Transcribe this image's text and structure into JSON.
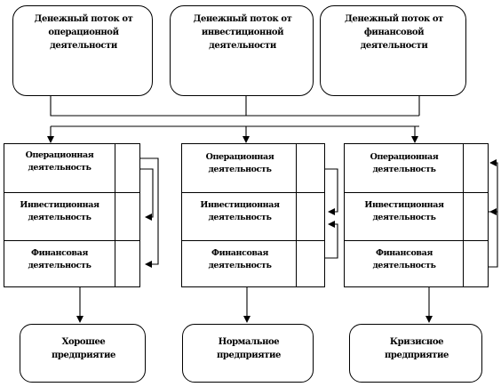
{
  "diagram": {
    "top_boxes": [
      {
        "id": "operating_cf",
        "label": "Денежный поток от операционной деятельности"
      },
      {
        "id": "investing_cf",
        "label": "Денежный поток от инвестиционной деятельности"
      },
      {
        "id": "financing_cf",
        "label": "Денежный поток от финансовой деятельности"
      }
    ],
    "tables": [
      {
        "id": "table_1",
        "rows": [
          "Операционная деятельность",
          "Инвестиционная деятельность",
          "Финансовая деятельность"
        ]
      },
      {
        "id": "table_2",
        "rows": [
          "Операционная деятельность",
          "Инвестиционная деятельность",
          "Финансовая деятельность"
        ]
      },
      {
        "id": "table_3",
        "rows": [
          "Операционная деятельность",
          "Инвестиционная деятельность",
          "Финансовая деятельность"
        ]
      }
    ],
    "outcomes": [
      {
        "id": "good",
        "label": "Хорошее предприятие"
      },
      {
        "id": "normal",
        "label": "Нормальное предприятие"
      },
      {
        "id": "crisis",
        "label": "Кризисное предприятие"
      }
    ]
  }
}
